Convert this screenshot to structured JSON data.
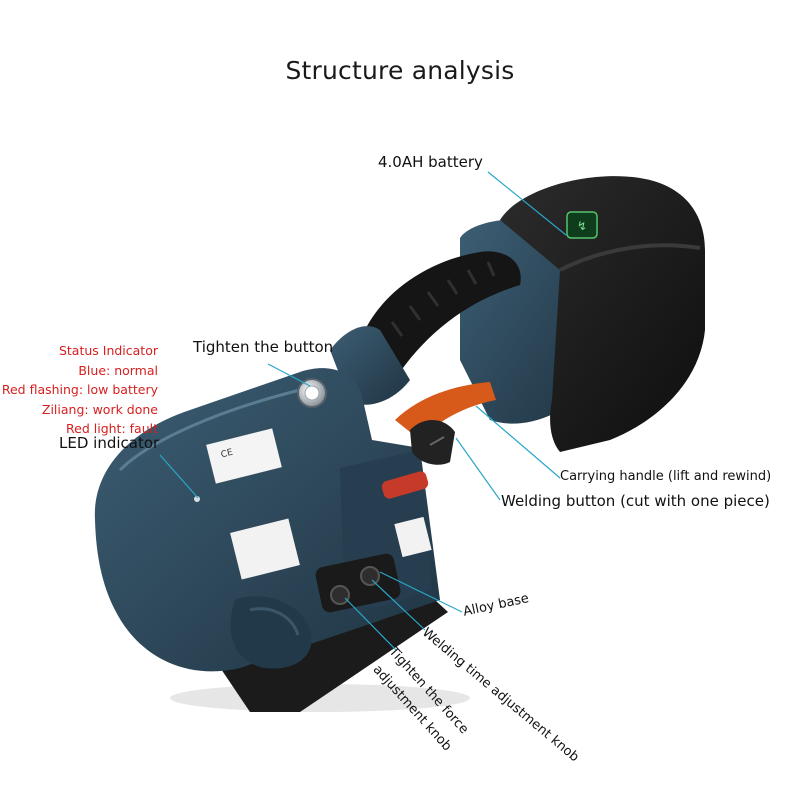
{
  "title": "Structure analysis",
  "labels": {
    "battery": "4.0AH battery",
    "tighten_button": "Tighten the button",
    "status_heading": "Status Indicator",
    "status_blue": "Blue: normal",
    "status_red_flash": "Red flashing: low battery",
    "status_ziliang": "Ziliang: work done",
    "status_red_light": "Red light: fault",
    "led_indicator": "LED indicator",
    "carrying_handle": "Carrying handle (lift and rewind)",
    "welding_button": "Welding button (cut with one piece)",
    "alloy_base": "Alloy base",
    "welding_time_knob": "Welding time adjustment knob",
    "tighten_force_line1": "Tighten the force",
    "tighten_force_line2": "adjustment knob"
  },
  "colors": {
    "body": "#2f4a5c",
    "body_dark": "#1f3442",
    "orange": "#d85a1a",
    "status_text": "#d61f1f",
    "leader": "#2aa7c9"
  },
  "icons": {
    "battery_logo": "battery-logo-icon",
    "ce_mark": "ce-mark-icon"
  }
}
